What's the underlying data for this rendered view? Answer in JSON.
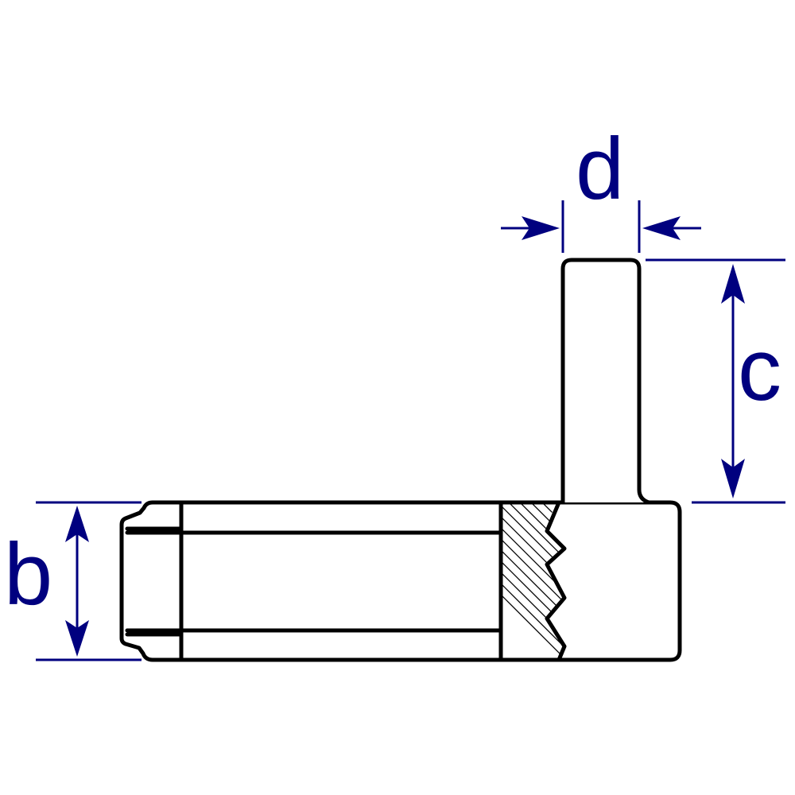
{
  "labels": {
    "b": "b",
    "c": "c",
    "d": "d"
  },
  "colors": {
    "outline": "#000000",
    "dimension": "#00007f",
    "background": "#ffffff"
  }
}
